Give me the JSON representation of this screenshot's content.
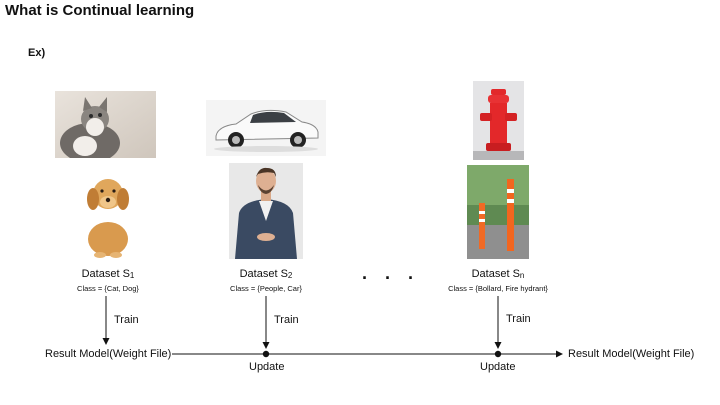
{
  "title": "What is Continual learning",
  "example_label": "Ex)",
  "datasets": [
    {
      "name": "Dataset S",
      "sub": "1",
      "classes": "Class = {Cat, Dog}",
      "images": [
        "cat-photo",
        "dog-photo"
      ]
    },
    {
      "name": "Dataset S",
      "sub": "2",
      "classes": "Class = {People, Car}",
      "images": [
        "car-photo",
        "person-photo"
      ]
    },
    {
      "name": "Dataset S",
      "sub": "n",
      "classes": "Class = {Bollard, Fire hydrant}",
      "images": [
        "fire-hydrant-photo",
        "bollard-photo"
      ]
    }
  ],
  "ellipsis": "· · ·",
  "train_label": "Train",
  "update_label": "Update",
  "result_model_left": "Result Model(Weight File)",
  "result_model_right": "Result Model(Weight File)"
}
